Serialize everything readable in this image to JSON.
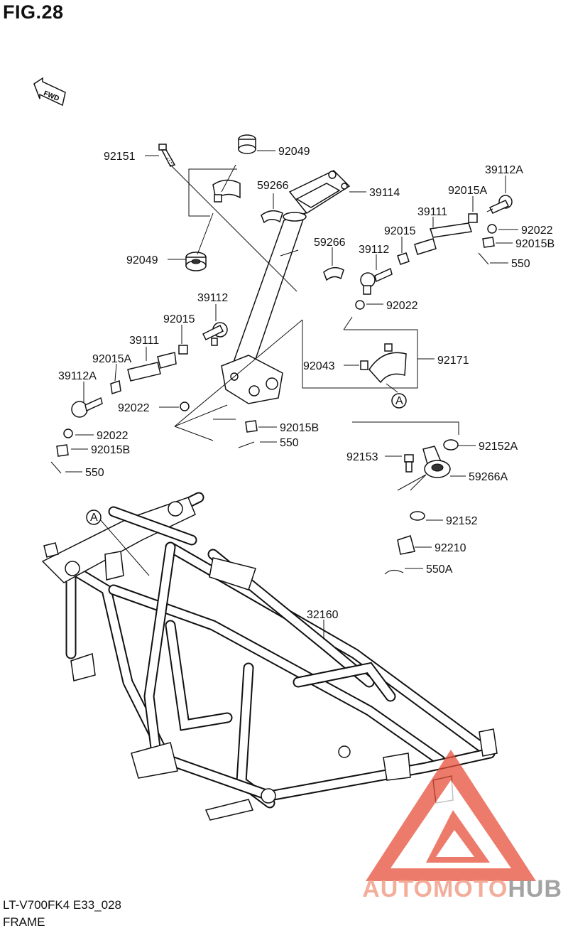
{
  "figure": {
    "title": "FIG.28",
    "direction_badge": "FWD"
  },
  "callouts": {
    "c92151": "92151",
    "c92049_top": "92049",
    "c59266_a": "59266",
    "c39114": "39114",
    "c39112A_r": "39112A",
    "c92015A_r": "92015A",
    "c39111_r": "39111",
    "c92015_r": "92015",
    "c92022_r1": "92022",
    "c92015B_r": "92015B",
    "c550_r": "550",
    "c59266_b": "59266",
    "c39112_r": "39112",
    "c92022_r2": "92022",
    "c92049_low": "92049",
    "c39112_l": "39112",
    "c92015_l": "92015",
    "c39111_l": "39111",
    "c92015A_l": "92015A",
    "c39112A_l": "39112A",
    "c92043": "92043",
    "c92171": "92171",
    "c92022_l1": "92022",
    "c92015B_c": "92015B",
    "c550_c": "550",
    "c92022_l2": "92022",
    "c92015B_l": "92015B",
    "c550_l": "550",
    "c92152A": "92152A",
    "c92153": "92153",
    "c59266A": "59266A",
    "c92152": "92152",
    "c92210": "92210",
    "c550A": "550A",
    "c32160": "32160",
    "ref_a_top": "A",
    "ref_a_bottom": "A"
  },
  "footer": {
    "model_code": "LT-V700FK4 E33_028",
    "section": "FRAME"
  },
  "watermark": {
    "part1": "AUTOMOTO",
    "part2": "HUB",
    "accent_color": "#e8503a"
  }
}
